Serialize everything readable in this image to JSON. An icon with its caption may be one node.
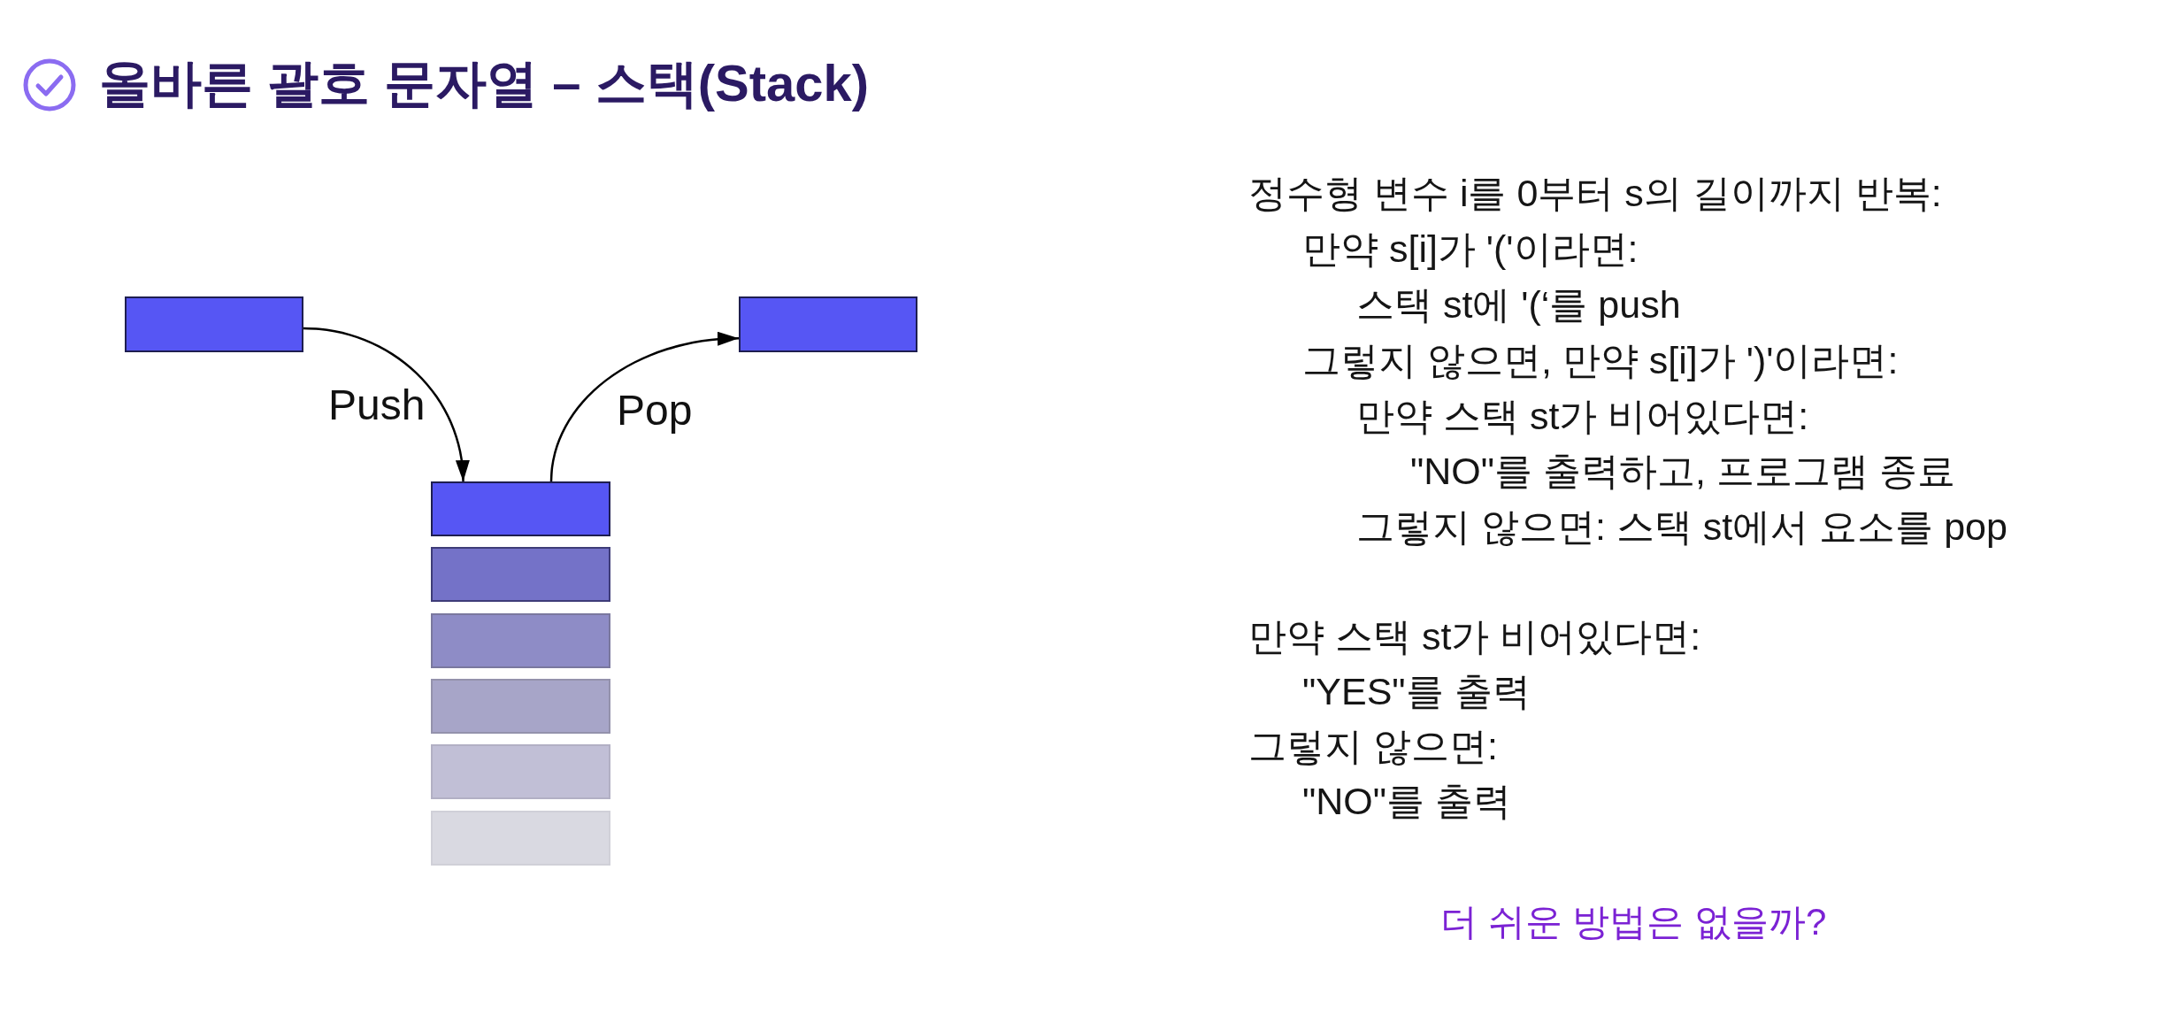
{
  "diagram": {
    "title": "올바른 괄호 문자열 – 스택(Stack)",
    "nodes": [
      {
        "text": [],
        "shape": "box"
      },
      {
        "text": [],
        "shape": "box"
      },
      {
        "text": [],
        "shape": "box"
      },
      {
        "text": [],
        "shape": "box"
      },
      {
        "text": [],
        "shape": "box"
      },
      {
        "text": [],
        "shape": "box"
      },
      {
        "text": [],
        "shape": "box"
      },
      {
        "text": [],
        "shape": "box"
      }
    ],
    "edges": [
      {
        "from": 0,
        "to": 2,
        "arrow": "to",
        "label": "Push"
      },
      {
        "from": 2,
        "to": 1,
        "arrow": "to",
        "label": "Pop"
      }
    ],
    "labels": [
      "정수형 변수 i를 0부터 s의 길이까지 반복:",
      "만약 s[i]가 '('이라면:",
      "스택 st에 '(‘를 push",
      "그렇지 않으면, 만약 s[i]가 ')'이라면:",
      "만약 스택 st가 비어있다면:",
      "\"NO\"를 출력하고, 프로그램 종료",
      "그렇지 않으면: 스택 st에서 요소를 pop",
      "만약 스택 st가 비어있다면:",
      "\"YES\"를 출력",
      "그렇지 않으면:",
      "\"NO\"를 출력",
      "더 쉬운 방법은 없을까?"
    ]
  }
}
